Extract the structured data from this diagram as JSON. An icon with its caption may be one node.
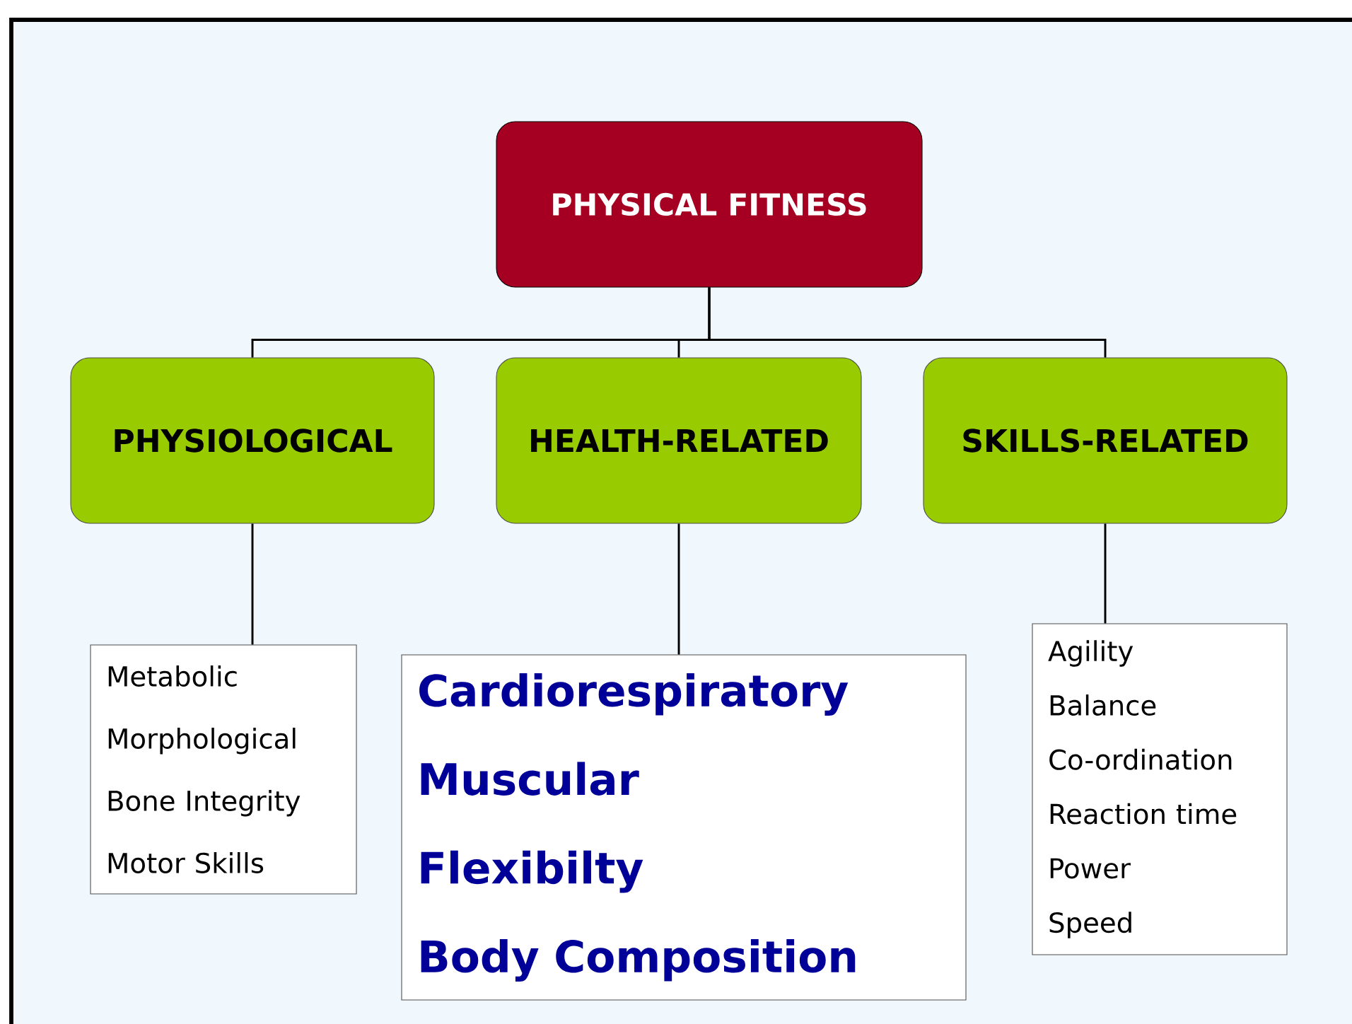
{
  "diagram": {
    "nodes": [
      {
        "text": [
          "PHYSICAL FITNESS"
        ]
      },
      {
        "text": [
          "PHYSIOLOGICAL"
        ]
      },
      {
        "text": [
          "HEALTH-RELATED"
        ]
      },
      {
        "text": [
          "SKILLS-RELATED"
        ]
      },
      {
        "text": [
          "Metabolic",
          "Morphological",
          "Bone Integrity",
          "Motor Skills"
        ]
      },
      {
        "text": [
          "Cardiorespiratory",
          "Muscular",
          "Flexibilty",
          "Body Composition"
        ]
      },
      {
        "text": [
          "Agility",
          "Balance",
          "Co-ordination",
          "Reaction time",
          "Power",
          "Speed"
        ]
      }
    ],
    "edges": [
      {
        "from": 0,
        "to": 1,
        "arrow": "none"
      },
      {
        "from": 0,
        "to": 2,
        "arrow": "none"
      },
      {
        "from": 0,
        "to": 3,
        "arrow": "none"
      },
      {
        "from": 1,
        "to": 4,
        "arrow": "none"
      },
      {
        "from": 2,
        "to": 5,
        "arrow": "none"
      },
      {
        "from": 3,
        "to": 6,
        "arrow": "none"
      }
    ]
  }
}
